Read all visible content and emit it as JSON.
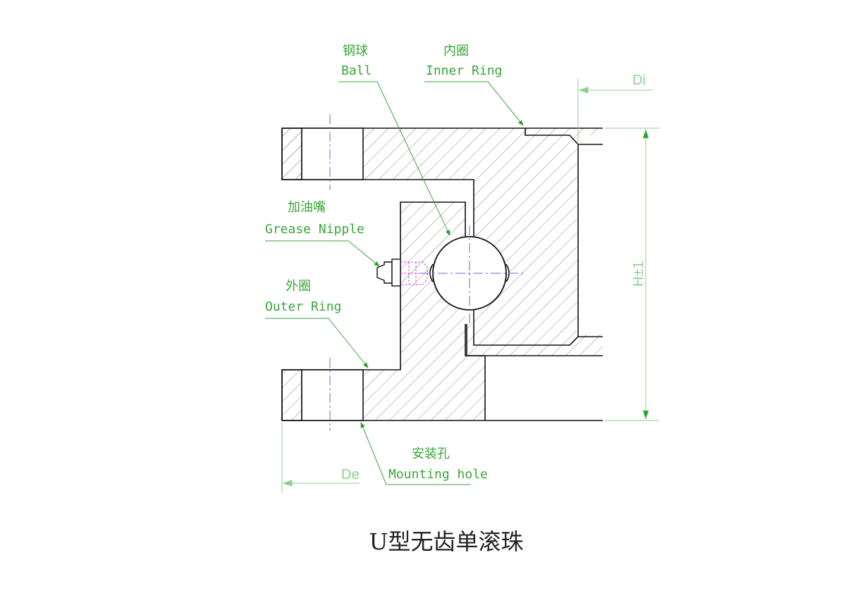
{
  "labels": {
    "ball_cn": "钢球",
    "ball_en": "Ball",
    "inner_ring_cn": "内圈",
    "inner_ring_en": "Inner Ring",
    "grease_nipple_cn": "加油嘴",
    "grease_nipple_en": "Grease Nipple",
    "outer_ring_cn": "外圈",
    "outer_ring_en": "Outer Ring",
    "mounting_hole_cn": "安装孔",
    "mounting_hole_en": "Mounting hole"
  },
  "dimensions": {
    "inner_diameter": "Di",
    "outer_diameter": "De",
    "height": "H±1"
  },
  "caption": "U型无齿单滚珠",
  "colors": {
    "outline": "#111111",
    "leader": "#3aa63a",
    "dimension": "#8fcf8f",
    "centerline": "#6a6ad8",
    "nipple_detail": "#e040e0"
  }
}
